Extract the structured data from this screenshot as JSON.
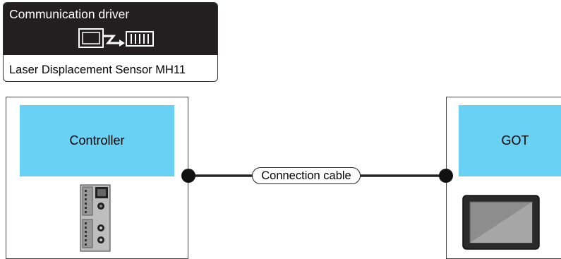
{
  "driver": {
    "title": "Communication driver",
    "icon": "communication-driver-icon",
    "name": "Laser Displacement Sensor MH11"
  },
  "controller": {
    "label": "Controller",
    "image": "controller-device-image"
  },
  "got": {
    "label": "GOT",
    "image": "got-display-image"
  },
  "connection": {
    "label": "Connection cable"
  },
  "colors": {
    "label_fill": "#69d2f4",
    "badge_header": "#231f20",
    "line": "#222222"
  }
}
